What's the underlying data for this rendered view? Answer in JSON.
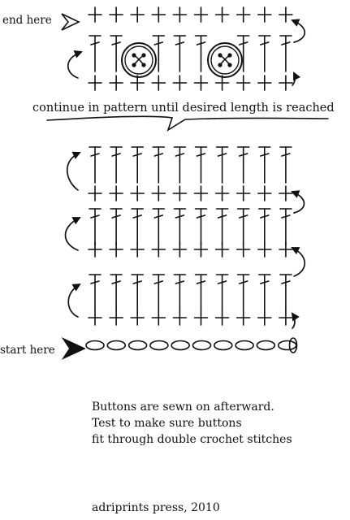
{
  "labels": {
    "end": "end here",
    "start": "start here",
    "continue": "continue in pattern until desired length is reached"
  },
  "notes": [
    "Buttons are sewn on afterward.",
    "Test to make sure buttons",
    "fit through double crochet stitches"
  ],
  "footer": "adriprints press, 2010",
  "pattern": {
    "stitches_per_row": 10,
    "foundation_chain": 10,
    "section_top_rows": [
      "sc",
      "dc",
      "sc"
    ],
    "section_bottom_rows": [
      "dc",
      "sc",
      "dc",
      "sc",
      "dc",
      "sc"
    ],
    "button_count": 2,
    "colors": {
      "ink": "#111111",
      "paper": "#ffffff"
    }
  }
}
